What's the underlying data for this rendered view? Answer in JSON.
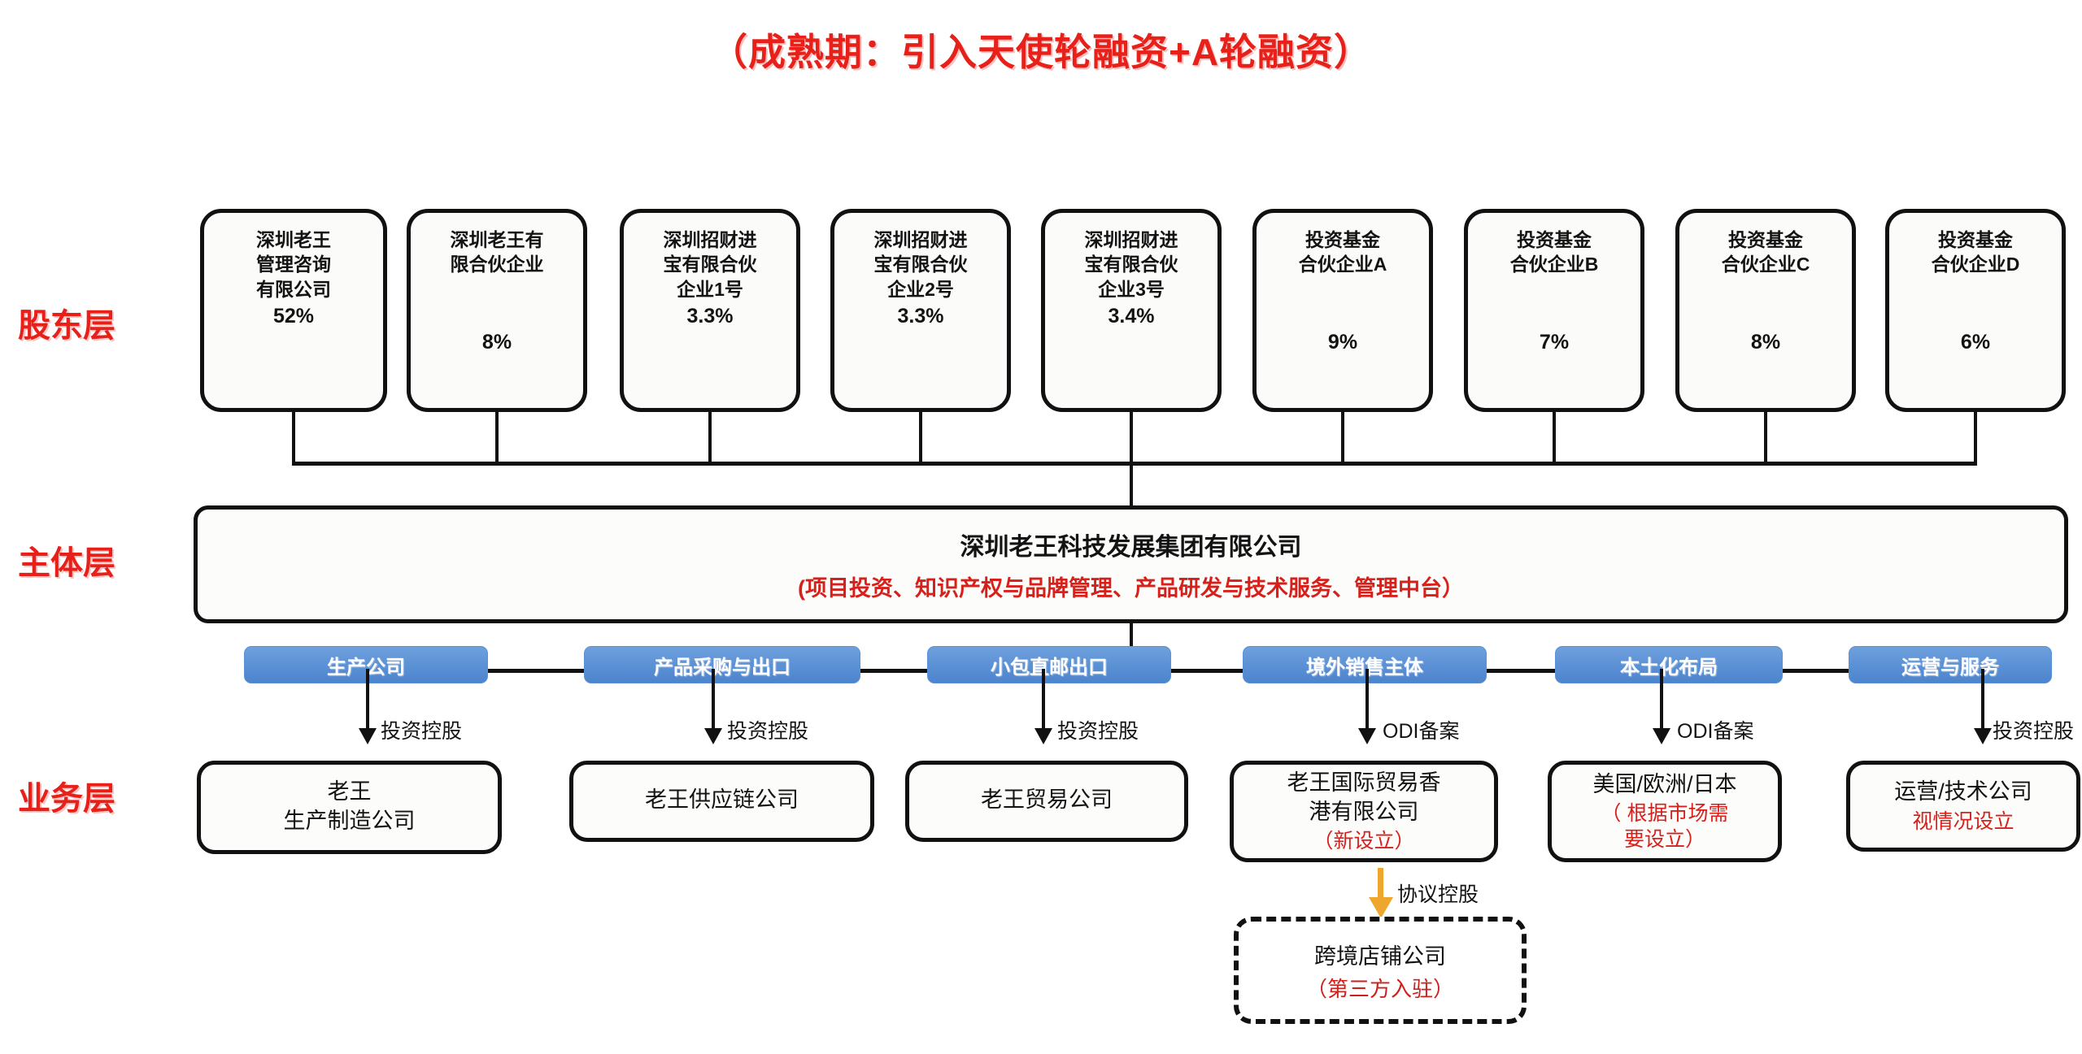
{
  "title": "（成熟期：引入天使轮融资+A轮融资）",
  "layers": {
    "shareholder_label": "股东层",
    "entity_label": "主体层",
    "business_label": "业务层"
  },
  "shareholders": [
    {
      "name": "深圳老王\n管理咨询\n有限公司",
      "pct": "52%"
    },
    {
      "name": "深圳老王有\n限合伙企业",
      "pct": "8%"
    },
    {
      "name": "深圳招财进\n宝有限合伙\n企业1号",
      "pct": "3.3%"
    },
    {
      "name": "深圳招财进\n宝有限合伙\n企业2号",
      "pct": "3.3%"
    },
    {
      "name": "深圳招财进\n宝有限合伙\n企业3号",
      "pct": "3.4%"
    },
    {
      "name": "投资基金\n合伙企业A",
      "pct": "9%"
    },
    {
      "name": "投资基金\n合伙企业B",
      "pct": "7%"
    },
    {
      "name": "投资基金\n合伙企业C",
      "pct": "8%"
    },
    {
      "name": "投资基金\n合伙企业D",
      "pct": "6%"
    }
  ],
  "entity": {
    "name": "深圳老王科技发展集团有限公司",
    "desc": "(项目投资、知识产权与品牌管理、产品研发与技术服务、管理中台）"
  },
  "categories": [
    {
      "label": "生产公司"
    },
    {
      "label": "产品采购与出口"
    },
    {
      "label": "小包直邮出口"
    },
    {
      "label": "境外销售主体"
    },
    {
      "label": "本土化布局"
    },
    {
      "label": "运营与服务"
    }
  ],
  "connectors": [
    {
      "label": "投资控股"
    },
    {
      "label": "投资控股"
    },
    {
      "label": "投资控股"
    },
    {
      "label": "ODI备案"
    },
    {
      "label": "ODI备案"
    },
    {
      "label": "投资控股"
    }
  ],
  "business_units": [
    {
      "name": "老王\n生产制造公司",
      "note": ""
    },
    {
      "name": "老王供应链公司",
      "note": ""
    },
    {
      "name": "老王贸易公司",
      "note": ""
    },
    {
      "name": "老王国际贸易香\n港有限公司",
      "note": "（新设立）"
    },
    {
      "name": "美国/欧洲/日本",
      "note": "（ 根据市场需\n要设立）"
    },
    {
      "name": "运营/技术公司",
      "note": "视情况设立"
    }
  ],
  "agreement_control": {
    "label": "协议控股",
    "unit_name": "跨境店铺公司",
    "unit_note": "（第三方入驻）"
  },
  "colors": {
    "accent_red": "#e8201a",
    "note_red": "#d8201b",
    "chip_blue": "#5a90d4",
    "line_black": "#111111",
    "arrow_orange": "#eda72c"
  }
}
